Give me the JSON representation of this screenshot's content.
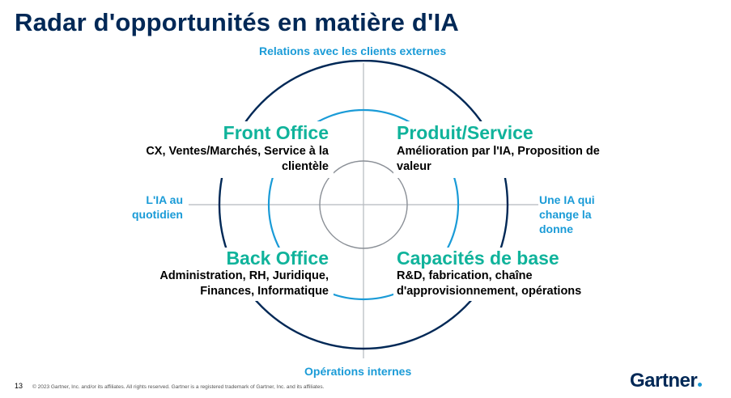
{
  "title": "Radar d'opportunités en matière d'IA",
  "axes": {
    "top": "Relations avec les clients externes",
    "bottom": "Opérations internes",
    "left_line1": "L'IA au",
    "left_line2": "quotidien",
    "right_line1": "Une IA qui",
    "right_line2": "change la",
    "right_line3": "donne"
  },
  "quadrants": {
    "front_office": {
      "title": "Front Office",
      "desc_line1": "CX, Ventes/Marchés, Service à la",
      "desc_line2": "clientèle"
    },
    "product_service": {
      "title": "Produit/Service",
      "desc_line1": "Amélioration par l'IA, Proposition de",
      "desc_line2": "valeur"
    },
    "back_office": {
      "title": "Back Office",
      "desc_line1": "Administration, RH, Juridique,",
      "desc_line2": "Finances, Informatique"
    },
    "core_capabilities": {
      "title": "Capacités de base",
      "desc_line1": "R&D, fabrication, chaîne",
      "desc_line2": "d'approvisionnement, opérations"
    }
  },
  "footer": {
    "page_number": "13",
    "copyright": "© 2023 Gartner, Inc. and/or its affiliates. All rights reserved. Gartner is a registered trademark of Gartner, Inc. and its affiliates.",
    "logo": "Gartner"
  },
  "colors": {
    "navy": "#002856",
    "teal": "#10b39b",
    "blue": "#1a9bd7",
    "grey": "#8a8f96"
  }
}
